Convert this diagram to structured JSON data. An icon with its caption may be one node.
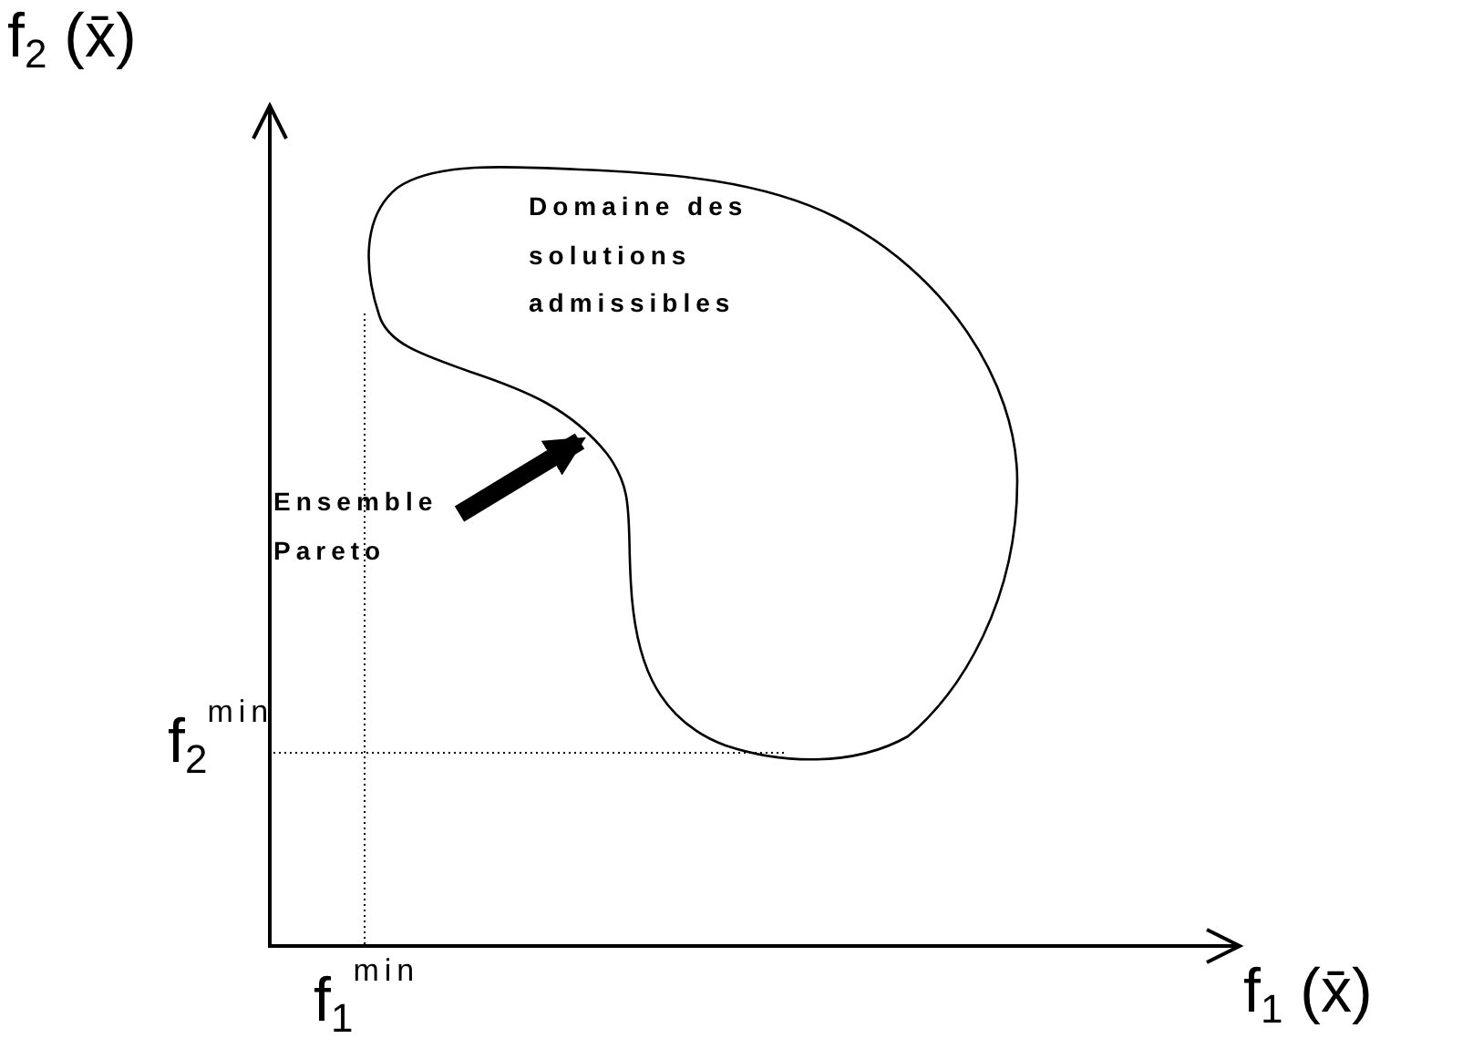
{
  "diagram": {
    "nodes": [
      {
        "text": [
          "Domaine des solutions admissibles"
        ]
      },
      {
        "text": [
          "Ensemble Pareto"
        ]
      }
    ],
    "edges": [
      {
        "from": 1,
        "to": 0,
        "arrow": "to"
      }
    ],
    "labels": [
      "f$_{2}$ (x̄)",
      "f$_{2}$$^{min}$",
      "f$_{1}$$^{min}$",
      "f$_{1}$ (x̄)"
    ]
  }
}
